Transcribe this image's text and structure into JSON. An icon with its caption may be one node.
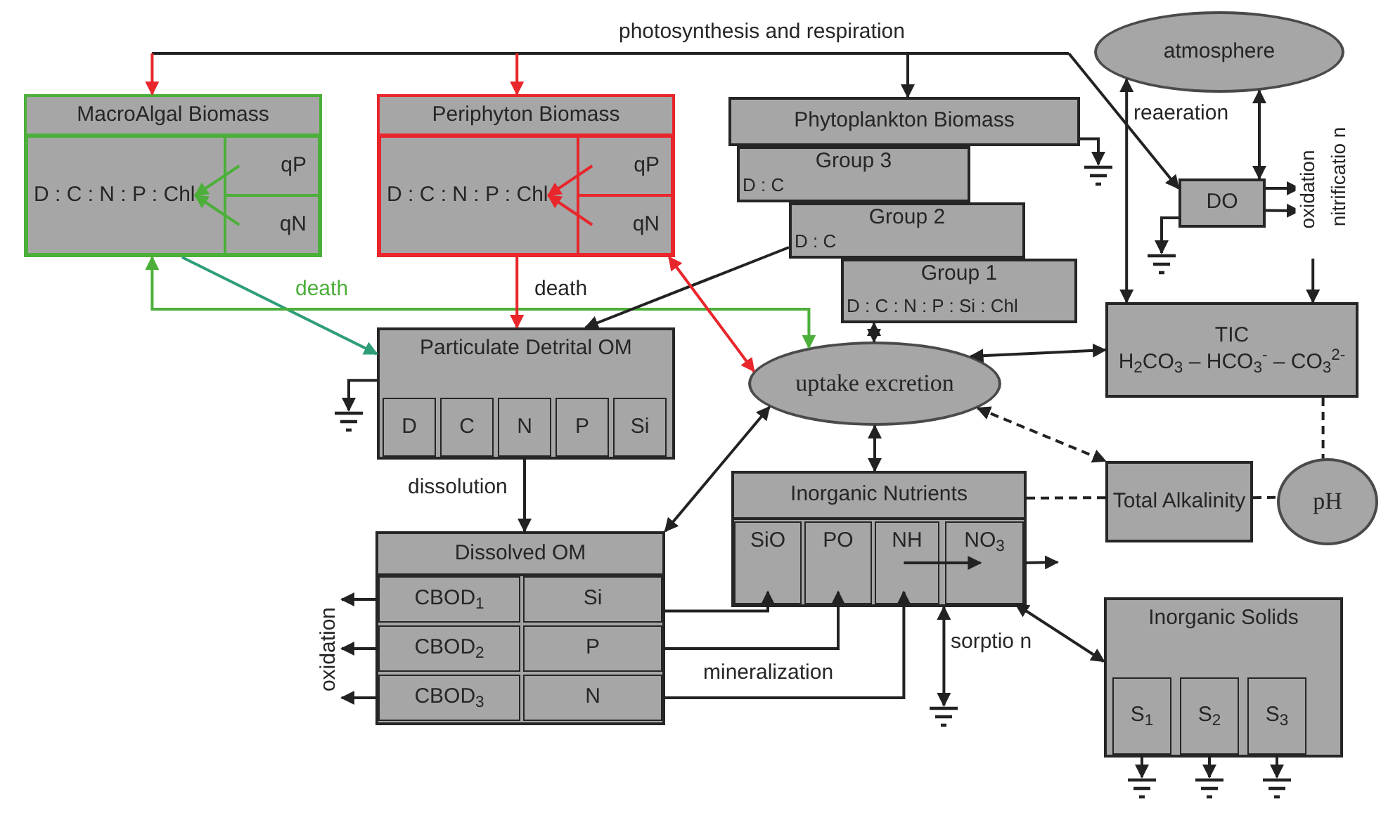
{
  "diagram": {
    "nodes": [
      {
        "text": [
          "MacroAlgal Biomass"
        ]
      },
      {
        "text": [
          "D : C : N : P : Chl"
        ],
        "in": 0
      },
      {
        "text": [
          "qP"
        ],
        "in": 0
      },
      {
        "text": [
          "qN"
        ],
        "in": 0
      },
      {
        "text": [
          "Periphyton Biomass"
        ]
      },
      {
        "text": [
          "D : C : N : P : Chl"
        ],
        "in": 4
      },
      {
        "text": [
          "qP"
        ],
        "in": 4
      },
      {
        "text": [
          "qN"
        ],
        "in": 4
      },
      {
        "text": [
          "Phytoplankton Biomass"
        ]
      },
      {
        "text": [
          "Group 3",
          "D : C"
        ]
      },
      {
        "text": [
          "Group 2",
          "D : C"
        ]
      },
      {
        "text": [
          "Group 1",
          "D : C : N : P : Si : Chl"
        ]
      },
      {
        "text": [
          "atmosphere"
        ]
      },
      {
        "text": [
          "DO"
        ]
      },
      {
        "text": [
          "TIC",
          "H$_{2}$CO$_{3}$ – HCO$_{3}$$^{-}$ – CO$_{3}$$^{2-}$"
        ]
      },
      {
        "text": [
          "Particulate Detrital OM"
        ]
      },
      {
        "text": [
          "D"
        ],
        "in": 15
      },
      {
        "text": [
          "C"
        ],
        "in": 15
      },
      {
        "text": [
          "N"
        ],
        "in": 15
      },
      {
        "text": [
          "P"
        ],
        "in": 15
      },
      {
        "text": [
          "Si"
        ],
        "in": 15
      },
      {
        "text": [
          "uptake excretion"
        ]
      },
      {
        "text": [
          "Inorganic Nutrients"
        ]
      },
      {
        "text": [
          "SiO"
        ],
        "in": 22
      },
      {
        "text": [
          "PO"
        ],
        "in": 22
      },
      {
        "text": [
          "NH"
        ],
        "in": 22
      },
      {
        "text": [
          "NO$_{3}$"
        ],
        "in": 22
      },
      {
        "text": [
          "Total Alkalinity"
        ]
      },
      {
        "text": [
          "pH"
        ]
      },
      {
        "text": [
          "Dissolved OM"
        ]
      },
      {
        "text": [
          "CBOD$_{1}$"
        ],
        "in": 29
      },
      {
        "text": [
          "Si"
        ],
        "in": 29
      },
      {
        "text": [
          "CBOD$_{2}$"
        ],
        "in": 29
      },
      {
        "text": [
          "P"
        ],
        "in": 29
      },
      {
        "text": [
          "CBOD$_{3}$"
        ],
        "in": 29
      },
      {
        "text": [
          "N"
        ],
        "in": 29
      },
      {
        "text": [
          "Inorganic Solids"
        ]
      },
      {
        "text": [
          "S$_{1}$"
        ],
        "in": 36
      },
      {
        "text": [
          "S$_{2}$"
        ],
        "in": 36
      },
      {
        "text": [
          "S$_{3}$"
        ],
        "in": 36
      },
      {
        "text": [],
        "shape": "ground"
      },
      {
        "text": [],
        "shape": "ground"
      },
      {
        "text": [],
        "shape": "ground"
      },
      {
        "text": [],
        "shape": "ground"
      },
      {
        "text": [],
        "shape": "ground"
      },
      {
        "text": [],
        "shape": "ground"
      },
      {
        "text": [],
        "shape": "ground"
      },
      {
        "text": [
          "oxidation"
        ]
      },
      {
        "text": [],
        "shape": "bar"
      }
    ],
    "edges": [
      {
        "from": 48,
        "to": 0,
        "arrow": "to",
        "color": "#e8262b"
      },
      {
        "from": 48,
        "to": 4,
        "arrow": "to",
        "color": "#e8262b"
      },
      {
        "from": 48,
        "to": 8,
        "arrow": "to"
      },
      {
        "from": 2,
        "to": 1,
        "arrow": "to",
        "color": "#4caf3a"
      },
      {
        "from": 3,
        "to": 1,
        "arrow": "to",
        "color": "#4caf3a"
      },
      {
        "from": 6,
        "to": 5,
        "arrow": "to",
        "color": "#e8262b"
      },
      {
        "from": 7,
        "to": 5,
        "arrow": "to",
        "color": "#e8262b"
      },
      {
        "from": 8,
        "to": 40,
        "arrow": "to"
      },
      {
        "from": 12,
        "to": 14,
        "arrow": "both"
      },
      {
        "from": 12,
        "to": 13,
        "arrow": "both",
        "label": "reaeration"
      },
      {
        "from": 13,
        "to": null,
        "arrow": "to",
        "label": "oxidation"
      },
      {
        "from": 13,
        "to": null,
        "arrow": "to",
        "label": "nitrificatio n"
      },
      {
        "from": null,
        "to": 14,
        "arrow": "to"
      },
      {
        "from": 13,
        "to": 41,
        "arrow": "to"
      },
      {
        "from": 0,
        "to": 15,
        "arrow": "to",
        "color": "#2e9e7a"
      },
      {
        "from": 0,
        "to": 21,
        "arrow": "both",
        "label": "death",
        "color": "#4caf3a"
      },
      {
        "from": 4,
        "to": 15,
        "arrow": "to",
        "label": "death",
        "color": "#e8262b"
      },
      {
        "from": 10,
        "to": 15,
        "arrow": "to"
      },
      {
        "from": 4,
        "to": 21,
        "arrow": "both",
        "color": "#e8262b"
      },
      {
        "from": 11,
        "to": 21,
        "arrow": "both"
      },
      {
        "from": 21,
        "to": 14,
        "arrow": "both"
      },
      {
        "from": 21,
        "to": 27,
        "arrow": "both",
        "style": "dashed"
      },
      {
        "from": 14,
        "to": 28,
        "arrow": "none",
        "style": "dashed"
      },
      {
        "from": 22,
        "to": 27,
        "arrow": "none",
        "style": "dashed"
      },
      {
        "from": 27,
        "to": 28,
        "arrow": "none",
        "style": "dashed"
      },
      {
        "from": 15,
        "to": 42,
        "arrow": "to"
      },
      {
        "from": 21,
        "to": 22,
        "arrow": "both"
      },
      {
        "from": 18,
        "to": 29,
        "arrow": "to",
        "label": "dissolution"
      },
      {
        "from": 29,
        "to": 21,
        "arrow": "both"
      },
      {
        "from": 30,
        "to": 47,
        "arrow": "to"
      },
      {
        "from": 32,
        "to": 47,
        "arrow": "to"
      },
      {
        "from": 34,
        "to": 47,
        "arrow": "to"
      },
      {
        "from": 31,
        "to": 23,
        "arrow": "to"
      },
      {
        "from": 33,
        "to": 24,
        "arrow": "to"
      },
      {
        "from": 35,
        "to": 25,
        "arrow": "to",
        "label": "mineralization"
      },
      {
        "from": 25,
        "to": 26,
        "arrow": "to"
      },
      {
        "from": 26,
        "to": null,
        "arrow": "to"
      },
      {
        "from": 26,
        "to": 36,
        "arrow": "both",
        "label": "sorptio n"
      },
      {
        "from": 22,
        "to": 43,
        "arrow": "both"
      },
      {
        "from": 37,
        "to": 44,
        "arrow": "to"
      },
      {
        "from": 38,
        "to": 45,
        "arrow": "to"
      },
      {
        "from": 39,
        "to": 46,
        "arrow": "to"
      },
      {
        "from": 48,
        "to": 13,
        "arrow": "to"
      }
    ],
    "labels": [
      "photosynthesis and respiration"
    ]
  }
}
